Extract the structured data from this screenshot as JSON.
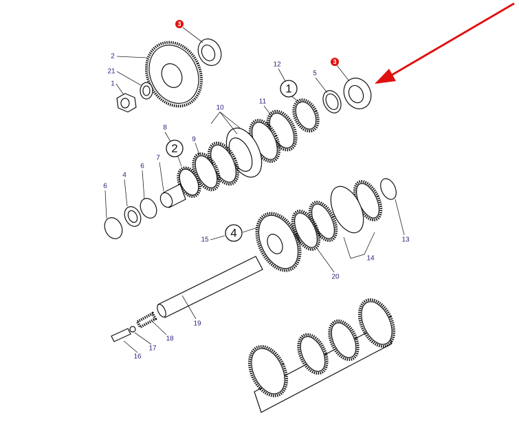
{
  "labels": {
    "p3a": "3",
    "p3b": "3",
    "p2": "2",
    "p21": "21",
    "p1": "1",
    "p12": "12",
    "p5": "5",
    "p10": "10",
    "p11": "11",
    "p8": "8",
    "p9": "9",
    "p7": "7",
    "p6a": "6",
    "p4": "4",
    "p6b": "6",
    "p15": "15",
    "p13": "13",
    "p14": "14",
    "p20": "20",
    "p19": "19",
    "p18": "18",
    "p17": "17",
    "p16": "16"
  },
  "callouts": {
    "c1": "1",
    "c2": "2",
    "c4": "4"
  },
  "colors": {
    "highlight": "#e01010",
    "label": "#2a1f7a"
  }
}
